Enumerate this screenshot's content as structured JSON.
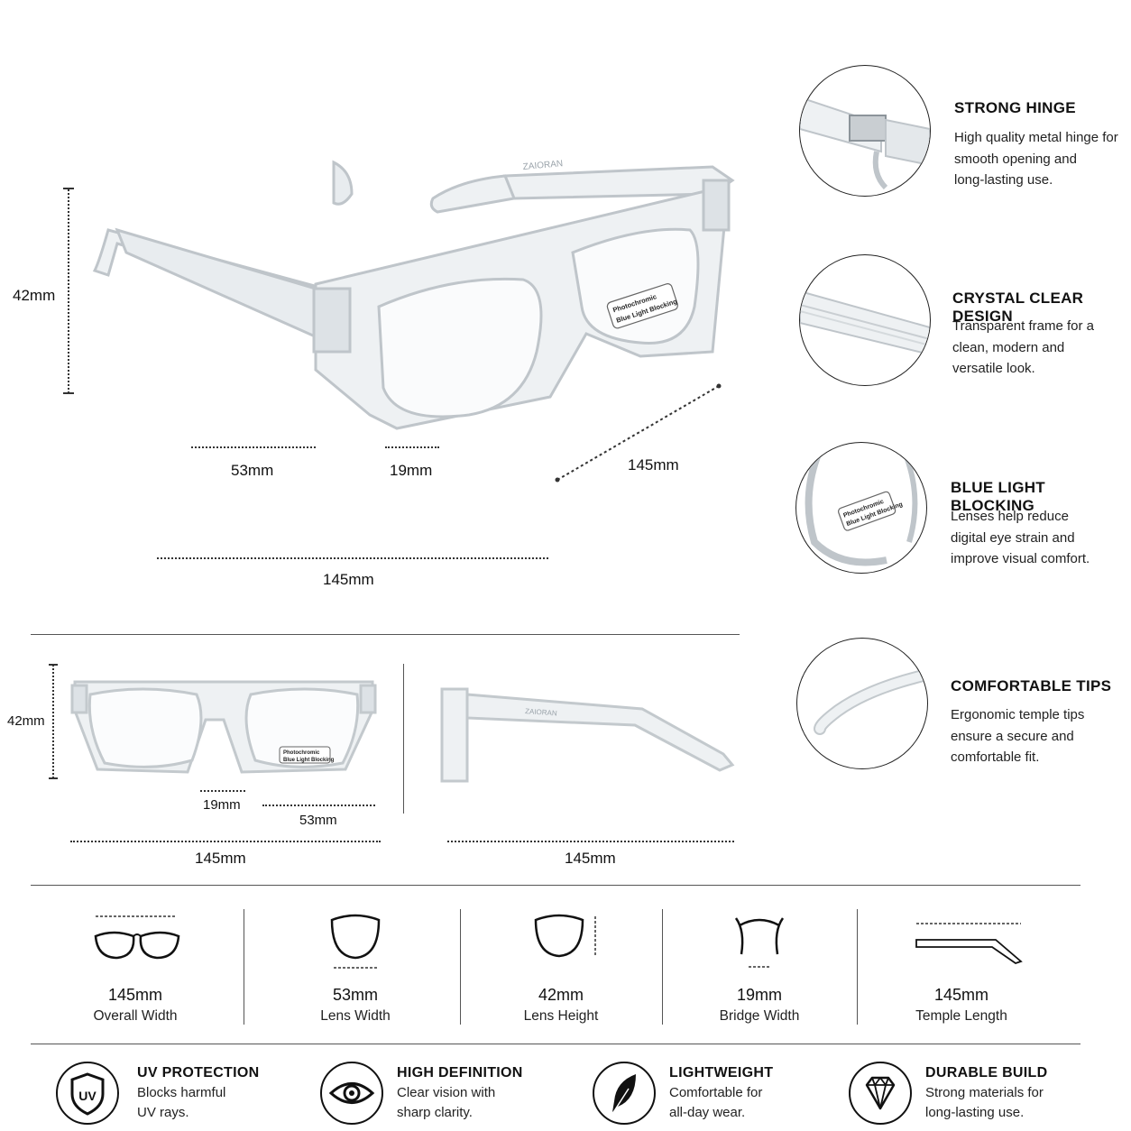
{
  "main_view": {
    "height_label": "42mm",
    "lens_width_label": "53mm",
    "bridge_label": "19mm",
    "temple_label": "145mm",
    "overall_label": "145mm",
    "brand_on_temple": "ZAIORAN",
    "lens_sticker_line1": "Photochromic",
    "lens_sticker_line2": "Blue Light Blocking"
  },
  "features": [
    {
      "title": "STRONG HINGE",
      "desc": [
        "High quality metal hinge for",
        "smooth opening and",
        "long-lasting use."
      ]
    },
    {
      "title": "CRYSTAL CLEAR DESIGN",
      "desc": [
        "Transparent frame for a",
        "clean, modern and",
        "versatile look."
      ]
    },
    {
      "title": "BLUE LIGHT BLOCKING",
      "desc": [
        "Lenses help reduce",
        "digital eye strain and",
        "improve visual comfort."
      ]
    },
    {
      "title": "COMFORTABLE TIPS",
      "desc": [
        "Ergonomic temple tips",
        "ensure a secure and",
        "comfortable fit."
      ]
    }
  ],
  "front_view": {
    "height_label": "42mm",
    "bridge_label": "19mm",
    "lens_label": "53mm",
    "width_label": "145mm"
  },
  "side_view": {
    "length_label": "145mm"
  },
  "specs": [
    {
      "value": "145mm",
      "label": "Overall Width"
    },
    {
      "value": "53mm",
      "label": "Lens Width"
    },
    {
      "value": "42mm",
      "label": "Lens Height"
    },
    {
      "value": "19mm",
      "label": "Bridge Width"
    },
    {
      "value": "145mm",
      "label": "Temple Length"
    }
  ],
  "badges": [
    {
      "icon": "uv-shield-icon",
      "icon_text": "UV",
      "title": "UV PROTECTION",
      "desc": [
        "Blocks harmful",
        "UV rays."
      ]
    },
    {
      "icon": "eye-icon",
      "title": "HIGH DEFINITION",
      "desc": [
        "Clear vision with",
        "sharp clarity."
      ]
    },
    {
      "icon": "feather-icon",
      "title": "LIGHTWEIGHT",
      "desc": [
        "Comfortable for",
        "all-day wear."
      ]
    },
    {
      "icon": "diamond-icon",
      "title": "DURABLE BUILD",
      "desc": [
        "Strong materials for",
        "long-lasting use."
      ]
    }
  ],
  "colors": {
    "frame_stroke": "#bfc5ca",
    "frame_fill": "#eef1f3",
    "line": "#333333"
  }
}
